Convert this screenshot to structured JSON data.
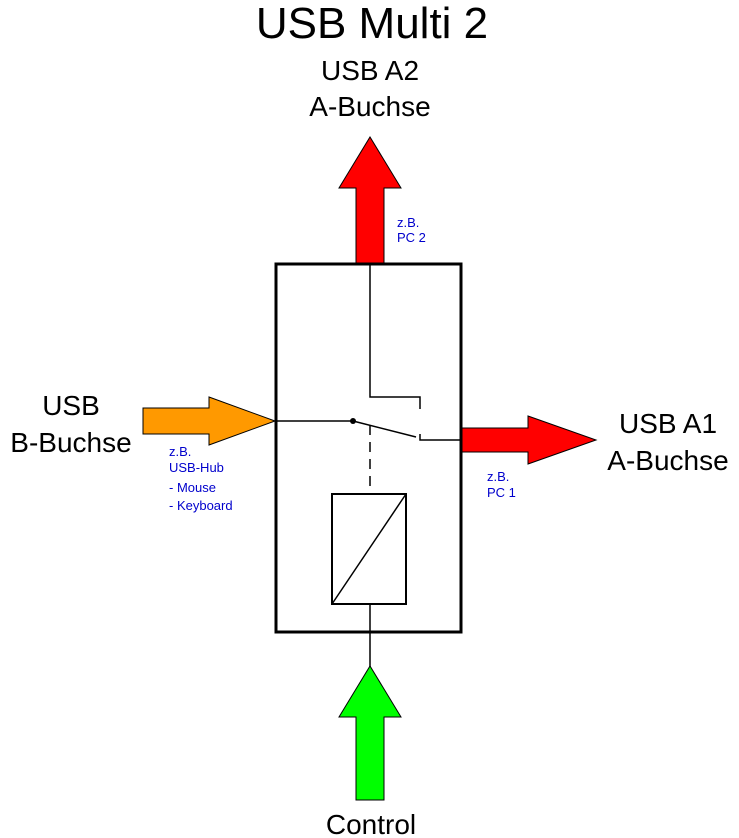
{
  "title": "USB Multi 2",
  "ports": {
    "a2": {
      "line1": "USB A2",
      "line2": "A-Buchse",
      "note1": "z.B.",
      "note2": "PC 2"
    },
    "a1": {
      "line1": "USB A1",
      "line2": "A-Buchse",
      "note1": "z.B.",
      "note2": "PC 1"
    },
    "b": {
      "line1": "USB",
      "line2": "B-Buchse",
      "note1": "z.B.",
      "note2": "USB-Hub",
      "note3": "- Mouse",
      "note4": "- Keyboard"
    },
    "control": {
      "label": "Control"
    }
  },
  "colors": {
    "a2_arrow": "#ff0000",
    "a1_arrow": "#ff0000",
    "b_arrow": "#ff9900",
    "control_arrow": "#00ff00",
    "outline": "#000000",
    "note_text": "#0000cc"
  }
}
